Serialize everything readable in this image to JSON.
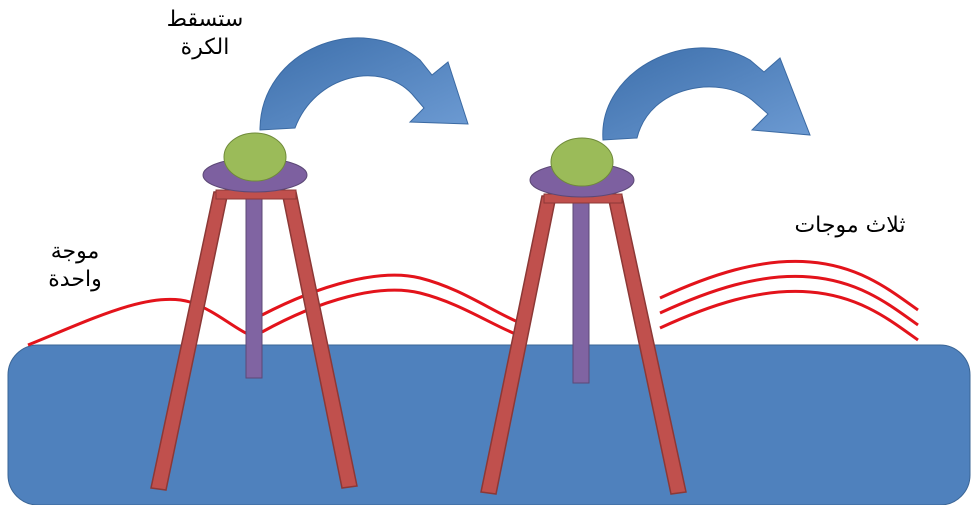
{
  "labels": {
    "ball_falls": [
      "ستسقط",
      "الكرة"
    ],
    "one_wave": [
      "موجة",
      "واحدة"
    ],
    "three_waves": "ثلاث موجات"
  },
  "colors": {
    "water": "#4f81bd",
    "wave": "#e3131b",
    "leg": "#c0504d",
    "leg_outline": "#8c3836",
    "pole": "#8064a2",
    "plate": "#7d60a0",
    "ball": "#9bbb59",
    "arrow": "#4f81bd"
  },
  "icons": {
    "arrow": "curved-arrow-right-down",
    "ball": "ball"
  }
}
